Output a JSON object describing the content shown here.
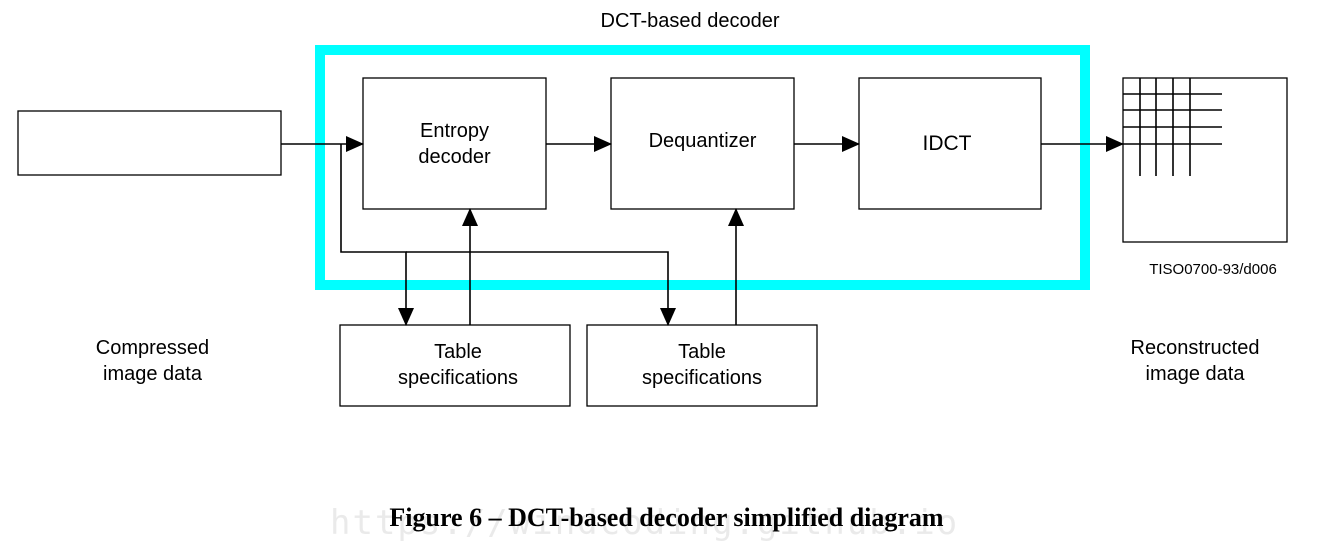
{
  "diagram": {
    "group_title": "DCT-based decoder",
    "blocks": {
      "entropy_decoder": [
        "Entropy",
        "decoder"
      ],
      "dequantizer": "Dequantizer",
      "idct": "IDCT",
      "table_spec_1": [
        "Table",
        "specifications"
      ],
      "table_spec_2": [
        "Table",
        "specifications"
      ]
    },
    "input_label": [
      "Compressed",
      "image data"
    ],
    "output_label": [
      "Reconstructed",
      "image data"
    ],
    "ref_code": "TISO0700-93/d006",
    "caption": "Figure 6  –  DCT-based decoder simplified diagram",
    "watermark": "https://windcoding.github.io",
    "colors": {
      "group_border": "#00ffff",
      "line": "#000000"
    }
  }
}
